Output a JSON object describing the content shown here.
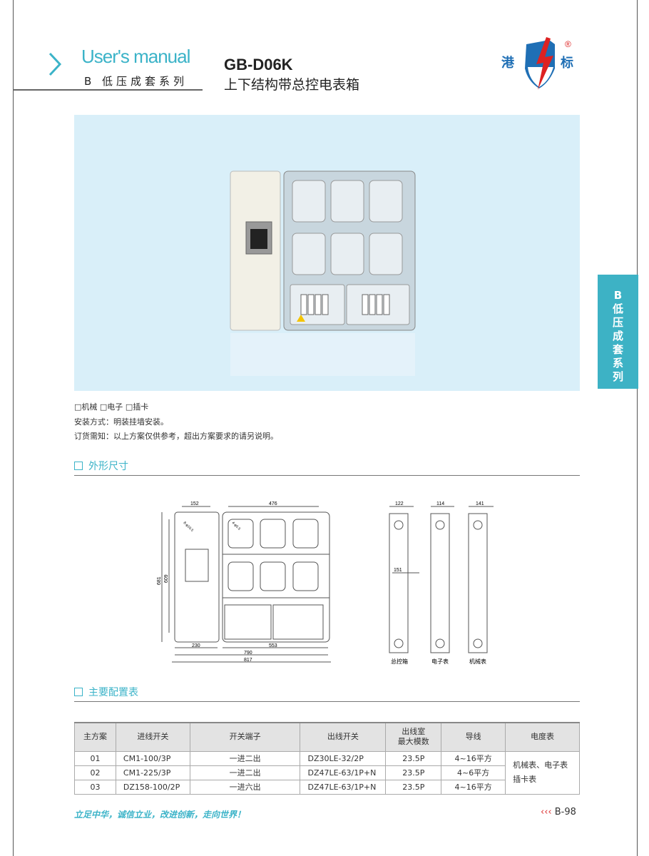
{
  "header": {
    "manual_title": "User's manual",
    "series": "B 低压成套系列",
    "model": "GB-D06K",
    "product_name": "上下结构带总控电表箱",
    "logo_text": "港标",
    "registered": "®"
  },
  "side_tab": {
    "line1": "B",
    "line2": "低压成套系列"
  },
  "options": {
    "items": [
      "□机械",
      "□电子",
      "□插卡"
    ]
  },
  "install": "安装方式：明装挂墙安装。",
  "order_note": "订货需知：以上方案仅供参考，超出方案要求的请另说明。",
  "sections": {
    "dimensions": "外形尺寸",
    "config": "主要配置表"
  },
  "drawing": {
    "front": {
      "d152": "152",
      "d476": "476",
      "d681": "681",
      "d609": "609",
      "d230": "230",
      "d553": "553",
      "d790": "790",
      "d817": "817",
      "hole1": "8-φ10.5",
      "hole2": "4-φ5.5"
    },
    "side": {
      "d122": "122",
      "d151": "151",
      "d114": "114",
      "d141": "141",
      "label1": "总控箱",
      "label2": "电子表",
      "label3": "机械表"
    }
  },
  "table": {
    "headers": [
      "主方案",
      "进线开关",
      "开关端子",
      "出线开关",
      "出线室\n最大模数",
      "导线",
      "电度表"
    ],
    "header4a": "出线室",
    "header4b": "最大模数",
    "rows": [
      [
        "01",
        "CM1-100/3P",
        "一进二出",
        "DZ30LE-32/2P",
        "23.5P",
        "4~16平方"
      ],
      [
        "02",
        "CM1-225/3P",
        "一进二出",
        "DZ47LE-63/1P+N",
        "23.5P",
        "4~6平方"
      ],
      [
        "03",
        "DZ158-100/2P",
        "一进六出",
        "DZ47LE-63/1P+N",
        "23.5P",
        "4~16平方"
      ]
    ],
    "meter_a": "机械表、电子表",
    "meter_b": "插卡表"
  },
  "footer": {
    "slogan": "立足中华，诚信立业，改进创新，走向世界！",
    "arrows": "‹‹‹",
    "page": "B-98"
  },
  "colors": {
    "accent": "#3bb3c8",
    "tab": "#3db2c5",
    "photo_bg": "#d9eff9",
    "red": "#dd2222",
    "blue": "#1f6fb5"
  }
}
